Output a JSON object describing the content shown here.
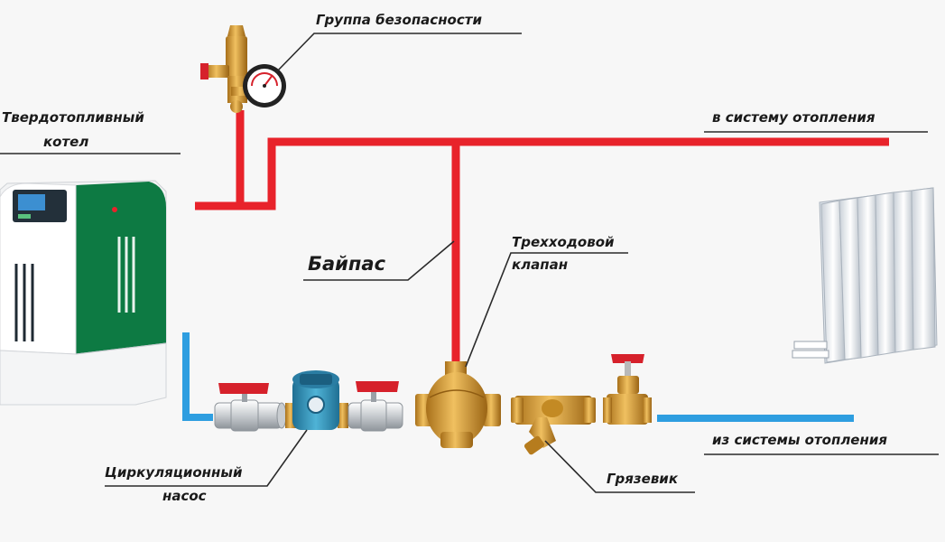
{
  "labels": {
    "safety_group": "Группа безопасности",
    "boiler_line1": "Твердотопливный",
    "boiler_line2": "котел",
    "to_heating": "в систему отопления",
    "bypass": "Байпас",
    "valve_line1": "Трехходовой",
    "valve_line2": "клапан",
    "from_heating": "из системы отопления",
    "pump_line1": "Циркуляционный",
    "pump_line2": "насос",
    "strainer": "Грязевик"
  },
  "colors": {
    "supply_pipe": "#e8232b",
    "return_pipe": "#2e9ee0",
    "boiler_green": "#0d7a43",
    "brass": "#d79a2a",
    "pump_body": "#2f8bb0",
    "handle_red": "#d6212b"
  },
  "icons": [
    "boiler-icon",
    "safety-group-icon",
    "pressure-gauge-icon",
    "ball-valve-icon",
    "circulation-pump-icon",
    "three-way-valve-icon",
    "strainer-icon",
    "gate-valve-icon",
    "radiator-icon"
  ]
}
